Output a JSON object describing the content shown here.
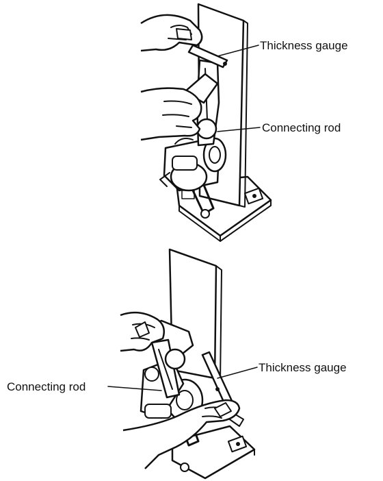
{
  "figure": {
    "top": {
      "labels": {
        "thickness_gauge": "Thickness gauge",
        "connecting_rod": "Connecting rod"
      }
    },
    "bottom": {
      "labels": {
        "thickness_gauge": "Thickness gauge",
        "connecting_rod": "Connecting rod"
      }
    }
  }
}
